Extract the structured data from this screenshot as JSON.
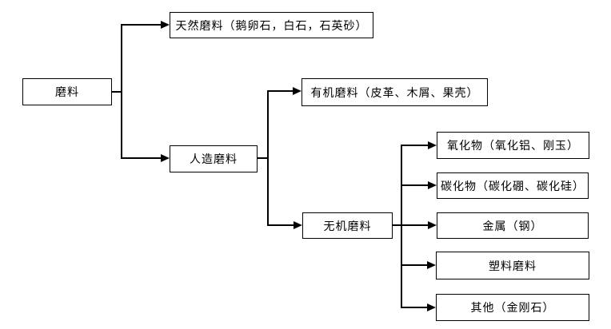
{
  "diagram": {
    "type": "flowchart-tree",
    "background_color": "#ffffff",
    "line_color": "#000000",
    "box_fill_color": "#ffffff",
    "box_border_color": "#000000",
    "text_color": "#000000",
    "nodes": {
      "root": {
        "label": "磨料"
      },
      "natural": {
        "label": "天然磨料（鹅卵石，白石，石英砂）"
      },
      "artificial": {
        "label": "人造磨料"
      },
      "organic": {
        "label": "有机磨料（皮革、木屑、果壳）"
      },
      "inorganic": {
        "label": "无机磨料"
      },
      "oxide": {
        "label": "氧化物（氧化铝、刚玉）"
      },
      "carbide": {
        "label": "碳化物（碳化硼、碳化硅）"
      },
      "metal": {
        "label": "金属（钢）"
      },
      "plastic": {
        "label": "塑料磨料"
      },
      "other": {
        "label": "其他（金刚石）"
      }
    },
    "edges": [
      {
        "from": "磨料",
        "to": "天然磨料（鹅卵石，白石，石英砂）"
      },
      {
        "from": "磨料",
        "to": "人造磨料"
      },
      {
        "from": "人造磨料",
        "to": "有机磨料（皮革、木屑、果壳）"
      },
      {
        "from": "人造磨料",
        "to": "无机磨料"
      },
      {
        "from": "无机磨料",
        "to": "氧化物（氧化铝、刚玉）"
      },
      {
        "from": "无机磨料",
        "to": "碳化物（碳化硼、碳化硅）"
      },
      {
        "from": "无机磨料",
        "to": "金属（钢）"
      },
      {
        "from": "无机磨料",
        "to": "塑料磨料"
      },
      {
        "from": "无机磨料",
        "to": "其他（金刚石）"
      }
    ]
  }
}
